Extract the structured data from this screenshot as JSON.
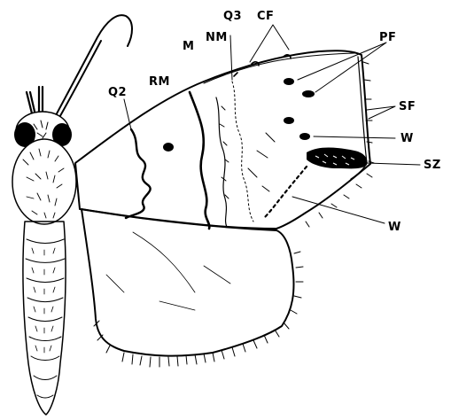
{
  "diagram": {
    "labels": {
      "q2": "Q2",
      "rm": "RM",
      "m": "M",
      "nm": "NM",
      "q3": "Q3",
      "cf": "CF",
      "pf": "PF",
      "sf": "SF",
      "w_upper": "W",
      "sz": "SZ",
      "w_lower": "W"
    },
    "colors": {
      "ink": "#000000",
      "background": "#ffffff"
    }
  }
}
